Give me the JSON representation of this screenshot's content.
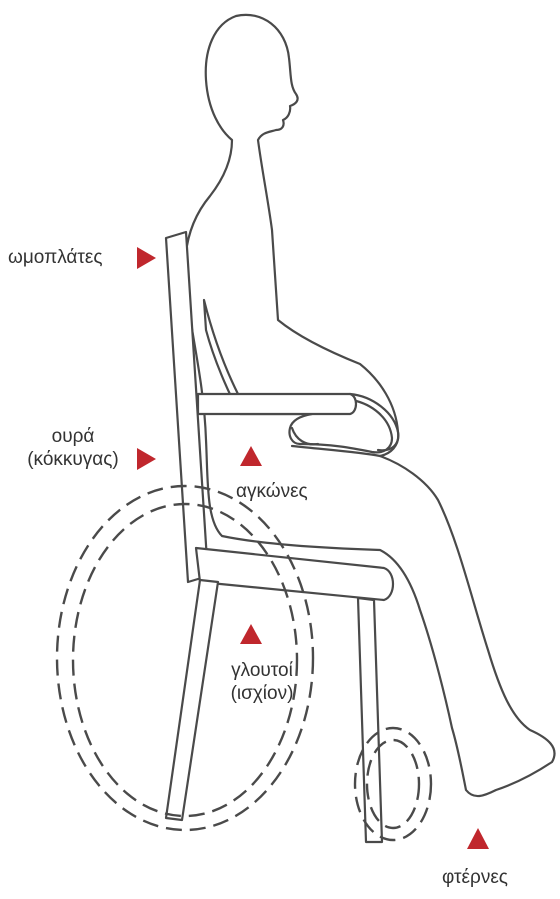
{
  "colors": {
    "marker": "#c0272d",
    "outline": "#4a4a4a",
    "text": "#333333"
  },
  "labels": {
    "shoulder_blades": "ωμοπλάτες",
    "tailbone_line1": "ουρά",
    "tailbone_line2": "(κόκκυγας)",
    "elbows": "αγκώνες",
    "buttocks_line1": "γλουτοί",
    "buttocks_line2": "(ισχίον)",
    "heels": "φτέρνες"
  },
  "icons": {
    "marker_right": "triangle-right-icon",
    "marker_up": "triangle-up-icon"
  }
}
